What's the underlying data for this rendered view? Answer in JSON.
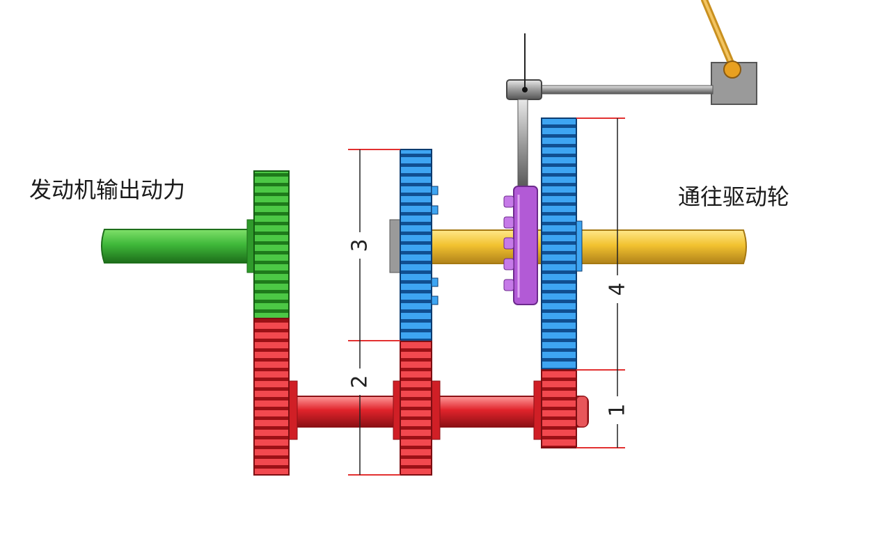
{
  "labels": {
    "input": "发动机输出动力",
    "output": "通往驱动轮"
  },
  "dimensions": [
    "3",
    "2",
    "4",
    "1"
  ],
  "colors": {
    "input_shaft": "#3fb83a",
    "input_gear": "#2e9e2a",
    "countershaft": "#e0232b",
    "output_gear": "#2f8fe0",
    "output_shaft": "#f2c230",
    "synchronizer": "#b25ad6",
    "shift_linkage": "#8a8a8a",
    "dimension_line": "#e23030"
  }
}
